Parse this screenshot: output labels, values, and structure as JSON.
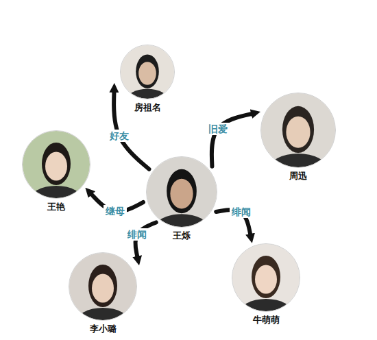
{
  "diagram": {
    "nodes": [
      {
        "text": [
          "房祖名"
        ]
      },
      {
        "text": [
          "周迅"
        ]
      },
      {
        "text": [
          "王艳"
        ]
      },
      {
        "text": [
          "王烁"
        ]
      },
      {
        "text": [
          "牛萌萌"
        ]
      },
      {
        "text": [
          "李小璐"
        ]
      }
    ],
    "edges": [
      {
        "from": 3,
        "to": 0,
        "label": "好友",
        "arrow": "to"
      },
      {
        "from": 3,
        "to": 1,
        "label": "旧爱",
        "arrow": "to"
      },
      {
        "from": 3,
        "to": 2,
        "label": "继母",
        "arrow": "to"
      },
      {
        "from": 3,
        "to": 4,
        "label": "绯闻",
        "arrow": "to"
      },
      {
        "from": 3,
        "to": 5,
        "label": "绯闻",
        "arrow": "to"
      }
    ]
  }
}
